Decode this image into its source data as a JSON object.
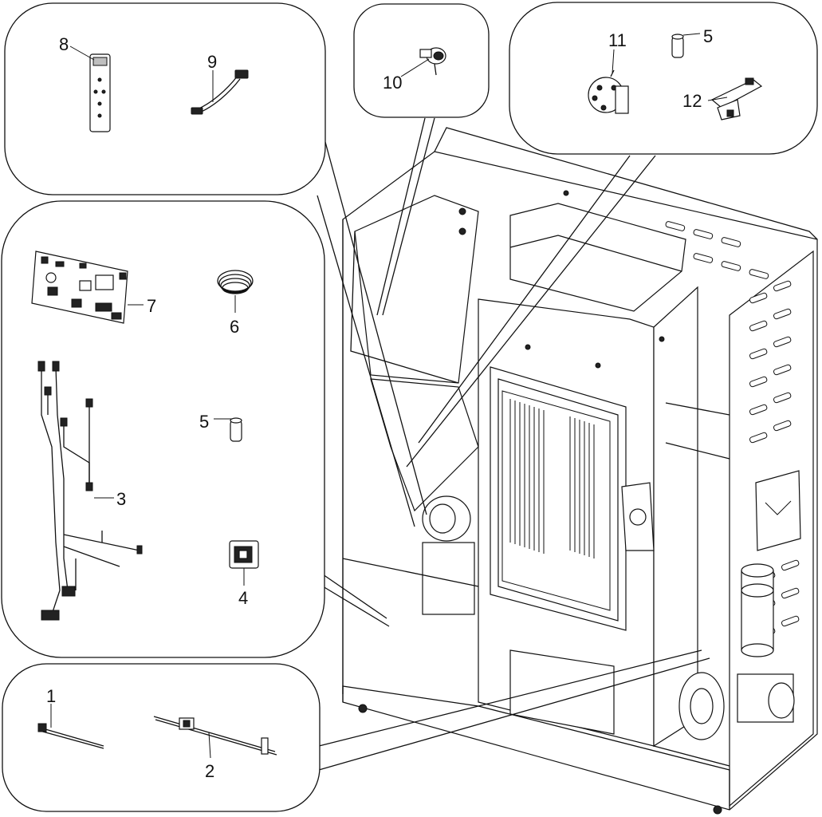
{
  "labels": {
    "p1": "1",
    "p2": "2",
    "p3": "3",
    "p4": "4",
    "p5a": "5",
    "p5b": "5",
    "p6": "6",
    "p7": "7",
    "p8": "8",
    "p9": "9",
    "p10": "10",
    "p11": "11",
    "p12": "12"
  }
}
